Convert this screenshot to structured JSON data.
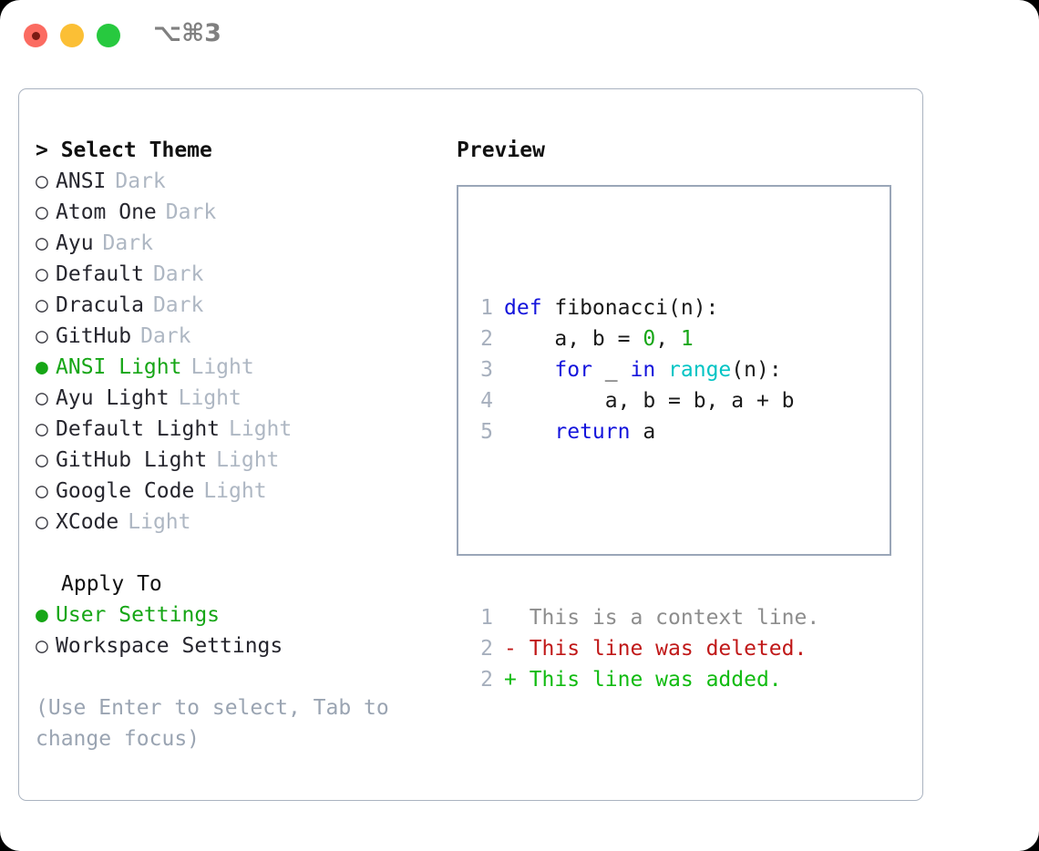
{
  "window": {
    "traffic_lights": [
      "close",
      "minimize",
      "maximize"
    ],
    "shortcut": "⌥⌘3",
    "accent_color": "#16a616",
    "muted_color": "#aeb7c3",
    "border_color": "#aab3c0"
  },
  "theme_panel": {
    "title": "> Select Theme",
    "themes": [
      {
        "name": "ANSI",
        "category": "Dark",
        "selected": false,
        "bullet": "○"
      },
      {
        "name": "Atom One",
        "category": "Dark",
        "selected": false,
        "bullet": "○"
      },
      {
        "name": "Ayu",
        "category": "Dark",
        "selected": false,
        "bullet": "○"
      },
      {
        "name": "Default",
        "category": "Dark",
        "selected": false,
        "bullet": "○"
      },
      {
        "name": "Dracula",
        "category": "Dark",
        "selected": false,
        "bullet": "○"
      },
      {
        "name": "GitHub",
        "category": "Dark",
        "selected": false,
        "bullet": "○"
      },
      {
        "name": "ANSI Light",
        "category": "Light",
        "selected": true,
        "bullet": "●"
      },
      {
        "name": "Ayu Light",
        "category": "Light",
        "selected": false,
        "bullet": "○"
      },
      {
        "name": "Default Light",
        "category": "Light",
        "selected": false,
        "bullet": "○"
      },
      {
        "name": "GitHub Light",
        "category": "Light",
        "selected": false,
        "bullet": "○"
      },
      {
        "name": "Google Code",
        "category": "Light",
        "selected": false,
        "bullet": "○"
      },
      {
        "name": "XCode",
        "category": "Light",
        "selected": false,
        "bullet": "○"
      }
    ],
    "apply_to": {
      "header": "Apply To",
      "options": [
        {
          "name": "User Settings",
          "selected": true,
          "bullet": "●"
        },
        {
          "name": "Workspace Settings",
          "selected": false,
          "bullet": "○"
        }
      ]
    },
    "hint": "(Use Enter to select, Tab to change focus)"
  },
  "preview": {
    "title": "Preview",
    "code_lines": [
      {
        "number": "1",
        "tokens": [
          {
            "text": "def ",
            "type": "kw"
          },
          {
            "text": "fibonacci(n):",
            "type": "id"
          }
        ]
      },
      {
        "number": "2",
        "tokens": [
          {
            "text": "    a, b = ",
            "type": "id"
          },
          {
            "text": "0",
            "type": "num"
          },
          {
            "text": ", ",
            "type": "id"
          },
          {
            "text": "1",
            "type": "num"
          }
        ]
      },
      {
        "number": "3",
        "tokens": [
          {
            "text": "    ",
            "type": "id"
          },
          {
            "text": "for",
            "type": "kw"
          },
          {
            "text": " _ ",
            "type": "id"
          },
          {
            "text": "in",
            "type": "kw"
          },
          {
            "text": " ",
            "type": "id"
          },
          {
            "text": "range",
            "type": "fn"
          },
          {
            "text": "(n):",
            "type": "id"
          }
        ]
      },
      {
        "number": "4",
        "tokens": [
          {
            "text": "        a, b = b, a + b",
            "type": "id"
          }
        ]
      },
      {
        "number": "5",
        "tokens": [
          {
            "text": "    ",
            "type": "id"
          },
          {
            "text": "return",
            "type": "kw"
          },
          {
            "text": " a",
            "type": "id"
          }
        ]
      }
    ],
    "diff_lines": [
      {
        "number": "1",
        "marker": " ",
        "text": " This is a context line.",
        "type": "ctx"
      },
      {
        "number": "2",
        "marker": "-",
        "text": " This line was deleted.",
        "type": "del"
      },
      {
        "number": "2",
        "marker": "+",
        "text": " This line was added.",
        "type": "add"
      }
    ],
    "syntax_colors": {
      "keyword": "#1414dc",
      "function": "#00c4c4",
      "number": "#16a616",
      "identifier": "#1a1a1a",
      "line_number": "#a6afbd",
      "context": "#8d8d8d",
      "deleted": "#c01818",
      "added": "#11bb11"
    }
  }
}
